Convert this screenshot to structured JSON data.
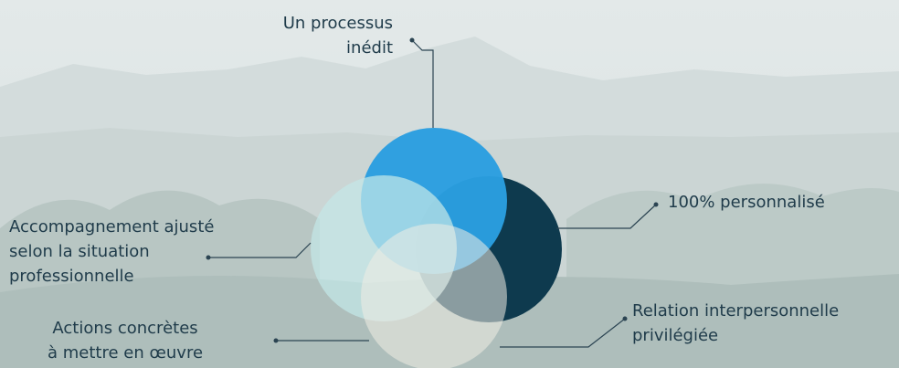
{
  "labels": {
    "processus": [
      "Un processus",
      "inédit"
    ],
    "personnalise": [
      "100% personnalisé"
    ],
    "accompagnement": [
      "Accompagnement ajusté",
      "selon la situation",
      "professionnelle"
    ],
    "relation": [
      "Relation interpersonnelle",
      "privilégiée"
    ],
    "actions": [
      "Actions concrètes",
      "à mettre en œuvre"
    ]
  },
  "colors": {
    "top": "#2a9ee0",
    "right": "#0e3a4e",
    "left": "#bfe6e6",
    "bottom": "#f0ece4",
    "text": "#1f3b4a",
    "line": "#2b4452"
  }
}
